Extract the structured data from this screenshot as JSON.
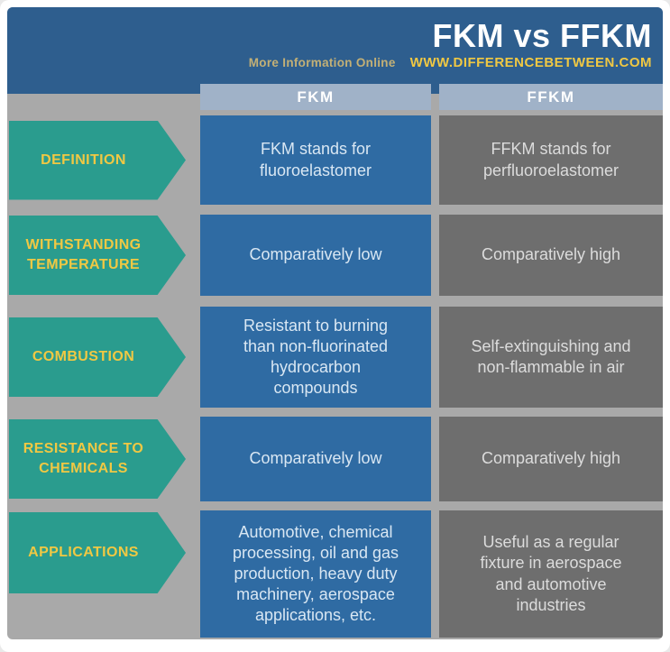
{
  "header": {
    "title": "FKM vs FFKM",
    "tagline": "More Information Online",
    "website": "WWW.DIFFERENCEBETWEEN.COM"
  },
  "columns": {
    "left": "FKM",
    "right": "FFKM"
  },
  "rows": [
    {
      "label": "DEFINITION",
      "fkm": "FKM stands for\nfluoroelastomer",
      "ffkm": "FFKM stands for\nperfluoroelastomer"
    },
    {
      "label": "WITHSTANDING\nTEMPERATURE",
      "fkm": "Comparatively low",
      "ffkm": "Comparatively high"
    },
    {
      "label": "COMBUSTION",
      "fkm": "Resistant to burning\nthan non-fluorinated\nhydrocarbon\ncompounds",
      "ffkm": "Self-extinguishing and\nnon-flammable in air"
    },
    {
      "label": "RESISTANCE TO\nCHEMICALS",
      "fkm": "Comparatively low",
      "ffkm": "Comparatively high"
    },
    {
      "label": "APPLICATIONS",
      "fkm": "Automotive, chemical\nprocessing, oil and gas\nproduction, heavy duty\nmachinery, aerospace\napplications, etc.",
      "ffkm": "Useful as a regular\nfixture in aerospace\nand automotive\nindustries"
    }
  ],
  "colors": {
    "frame_white": "#ffffff",
    "bg_gray": "#a9a9a9",
    "header_blue": "#2e5e8e",
    "cell_blue": "#2f6ba3",
    "col_header_blue": "#a0b2c8",
    "cell_gray": "#6e6e6e",
    "arrow_teal": "#2a9c8e",
    "label_yellow": "#f0c843",
    "tagline_tan": "#c3b076",
    "cell_text_blue": "#d9e7f3",
    "cell_text_gray": "#dcdcdc"
  }
}
